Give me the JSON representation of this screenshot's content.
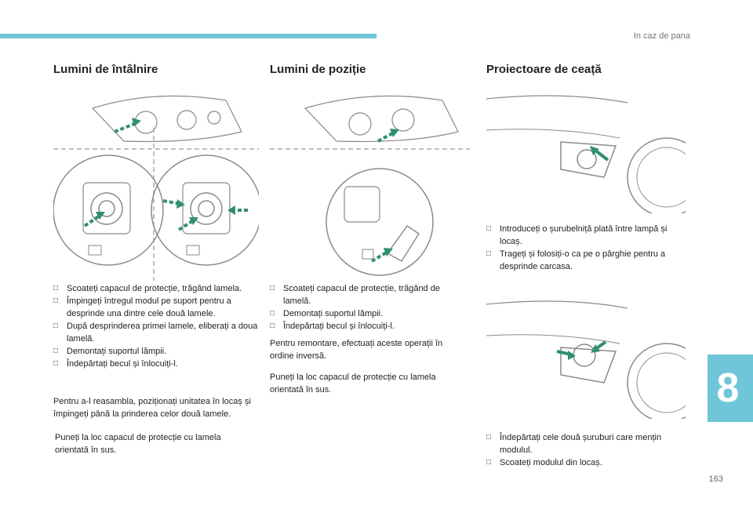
{
  "header": {
    "chapter": "In caz de pana"
  },
  "chapter_tab": "8",
  "page_number": "163",
  "sections": {
    "low_beam": {
      "title": "Lumini de întâlnire",
      "steps": [
        "Scoateți capacul de protecție, trăgând lamela.",
        "Împingeți întregul modul pe suport pentru a desprinde una dintre cele două lamele.",
        "După desprinderea primei lamele, eliberați a doua lamelă.",
        "Demontați suportul lămpii.",
        "Îndepărtați becul și înlocuiți-l."
      ],
      "para1": "Pentru a-l reasambla, poziționați unitatea în locaș și împingeți până la prinderea celor două lamele.",
      "para2": "Puneți la loc capacul de protecție cu lamela orientată în sus."
    },
    "position": {
      "title": "Lumini de poziție",
      "steps": [
        "Scoateți capacul de protecție, trăgând de lamelă.",
        "Demontați suportul lămpii.",
        "Îndepărtați becul și înlocuiți-l."
      ],
      "para1": "Pentru remontare, efectuați aceste operații în ordine inversă.",
      "para2": "Puneți la loc capacul de protecție cu lamela orientată în sus."
    },
    "fog": {
      "title": "Proiectoare de ceață",
      "steps_a": [
        "Introduceți o șurubelniță plată între lampă și locaș.",
        "Trageți și folosiți-o ca pe o pârghie pentru a desprinde carcasa."
      ],
      "steps_b": [
        "Îndepărtați cele două șuruburi care mențin modulul.",
        "Scoateți modulul din locaș."
      ]
    }
  },
  "colors": {
    "accent": "#6ec6d8",
    "arrow": "#2f8f6f"
  }
}
